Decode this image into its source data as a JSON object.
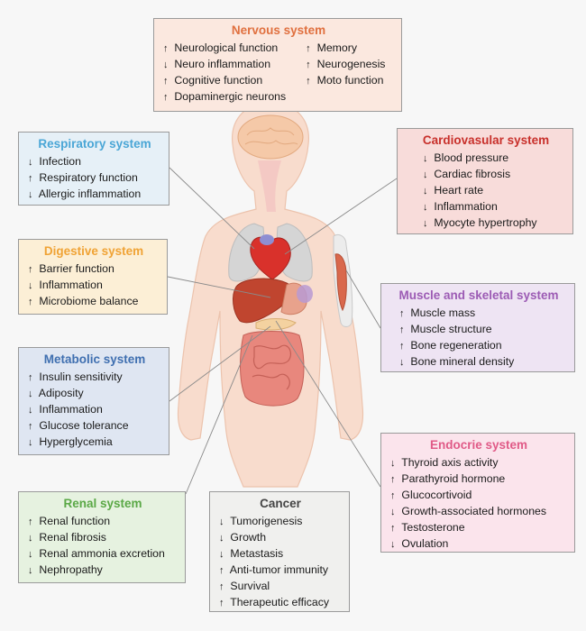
{
  "colors": {
    "background": "#f7f7f7",
    "nervous": "#e0703f",
    "respiratory": "#4aa6d6",
    "cardiovascular": "#c8302b",
    "digestive": "#f0a335",
    "muscle": "#9c5bb4",
    "metabolic": "#3f6fb0",
    "endocrine": "#e05a87",
    "renal": "#5aa846",
    "cancer": "#444444",
    "body": "#f8dccd"
  },
  "nervous": {
    "title": "Nervous system",
    "col1": [
      {
        "dir": "↑",
        "text": "Neurological function"
      },
      {
        "dir": "↓",
        "text": "Neuro inflammation"
      },
      {
        "dir": "↑",
        "text": "Cognitive function"
      },
      {
        "dir": "↑",
        "text": "Dopaminergic neurons"
      }
    ],
    "col2": [
      {
        "dir": "↑",
        "text": "Memory"
      },
      {
        "dir": "↑",
        "text": "Neurogenesis"
      },
      {
        "dir": "↑",
        "text": "Moto function"
      }
    ]
  },
  "respiratory": {
    "title": "Respiratory system",
    "items": [
      {
        "dir": "↓",
        "text": "Infection"
      },
      {
        "dir": "↑",
        "text": "Respiratory function"
      },
      {
        "dir": "↓",
        "text": "Allergic inflammation"
      }
    ]
  },
  "cardiovascular": {
    "title": "Cardiovasular system",
    "items": [
      {
        "dir": "↓",
        "text": "Blood pressure"
      },
      {
        "dir": "↓",
        "text": "Cardiac fibrosis"
      },
      {
        "dir": "↓",
        "text": "Heart rate"
      },
      {
        "dir": "↓",
        "text": "Inflammation"
      },
      {
        "dir": "↓",
        "text": "Myocyte hypertrophy"
      }
    ]
  },
  "digestive": {
    "title": "Digestive system",
    "items": [
      {
        "dir": "↑",
        "text": "Barrier function"
      },
      {
        "dir": "↓",
        "text": "Inflammation"
      },
      {
        "dir": "↑",
        "text": "Microbiome balance"
      }
    ]
  },
  "muscle": {
    "title": "Muscle and skeletal system",
    "items": [
      {
        "dir": "↑",
        "text": "Muscle mass"
      },
      {
        "dir": "↑",
        "text": "Muscle structure"
      },
      {
        "dir": "↑",
        "text": "Bone regeneration"
      },
      {
        "dir": "↓",
        "text": "Bone mineral density"
      }
    ]
  },
  "metabolic": {
    "title": "Metabolic system",
    "items": [
      {
        "dir": "↑",
        "text": "Insulin sensitivity"
      },
      {
        "dir": "↓",
        "text": "Adiposity"
      },
      {
        "dir": "↓",
        "text": "Inflammation"
      },
      {
        "dir": "↑",
        "text": "Glucose tolerance"
      },
      {
        "dir": "↓",
        "text": "Hyperglycemia"
      }
    ]
  },
  "endocrine": {
    "title": "Endocrie system",
    "items": [
      {
        "dir": "↓",
        "text": "Thyroid axis activity"
      },
      {
        "dir": "↑",
        "text": "Parathyroid hormone"
      },
      {
        "dir": "↑",
        "text": "Glucocortivoid"
      },
      {
        "dir": "↓",
        "text": "Growth-associated hormones"
      },
      {
        "dir": "↑",
        "text": "Testosterone"
      },
      {
        "dir": "↓",
        "text": "Ovulation"
      }
    ]
  },
  "renal": {
    "title": "Renal system",
    "items": [
      {
        "dir": "↑",
        "text": "Renal function"
      },
      {
        "dir": "↓",
        "text": "Renal fibrosis"
      },
      {
        "dir": "↓",
        "text": "Renal ammonia excretion"
      },
      {
        "dir": "↓",
        "text": "Nephropathy"
      }
    ]
  },
  "cancer": {
    "title": "Cancer",
    "items": [
      {
        "dir": "↓",
        "text": "Tumorigenesis"
      },
      {
        "dir": "↓",
        "text": "Growth"
      },
      {
        "dir": "↓",
        "text": "Metastasis"
      },
      {
        "dir": "↑",
        "text": "Anti-tumor immunity"
      },
      {
        "dir": "↑",
        "text": "Survival"
      },
      {
        "dir": "↑",
        "text": "Therapeutic efficacy"
      }
    ]
  }
}
